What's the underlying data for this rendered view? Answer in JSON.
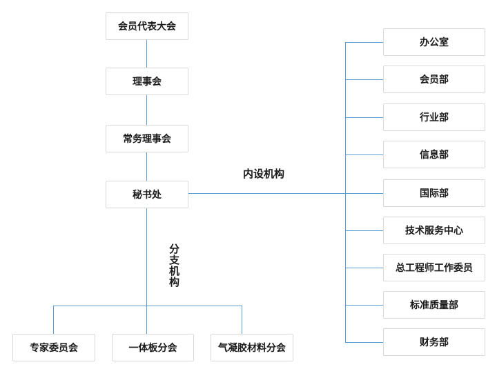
{
  "org": {
    "left_chain": [
      "会员代表大会",
      "理事会",
      "常务理事会",
      "秘书处"
    ],
    "labels": {
      "internal": "内设机构",
      "branch": "分支机构"
    },
    "right_column": [
      "办公室",
      "会员部",
      "行业部",
      "信息部",
      "国际部",
      "技术服务中心",
      "总工程师工作委员",
      "标准质量部",
      "财务部"
    ],
    "bottom_row": [
      "专家委员会",
      "一体板分会",
      "气凝胶材料分会"
    ],
    "colors": {
      "connector": "#5b9bd5",
      "box_border": "#d9d9d9",
      "text": "#1a1a1a",
      "background": "#ffffff"
    }
  }
}
